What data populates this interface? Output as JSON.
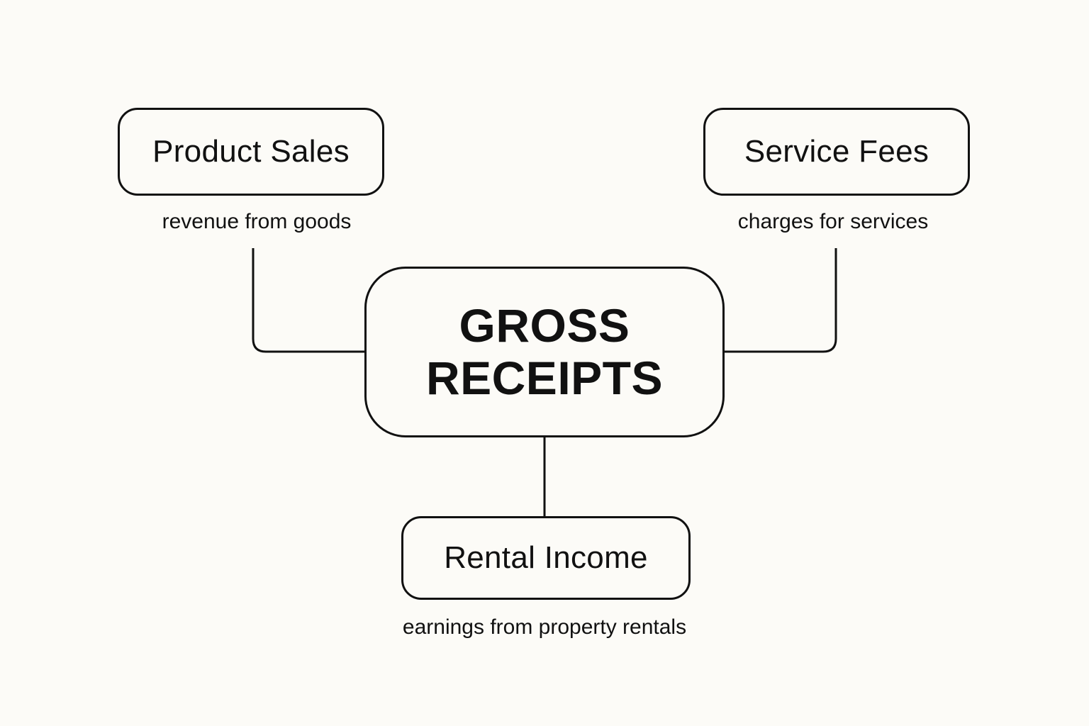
{
  "diagram": {
    "center": {
      "line1": "GROSS",
      "line2": "RECEIPTS"
    },
    "nodes": [
      {
        "id": "product-sales",
        "label": "Product Sales",
        "caption": "revenue from goods"
      },
      {
        "id": "service-fees",
        "label": "Service Fees",
        "caption": "charges for services"
      },
      {
        "id": "rental-income",
        "label": "Rental Income",
        "caption": "earnings from property rentals"
      }
    ],
    "colors": {
      "background": "#fcfbf7",
      "stroke": "#111111",
      "text": "#111111"
    }
  }
}
